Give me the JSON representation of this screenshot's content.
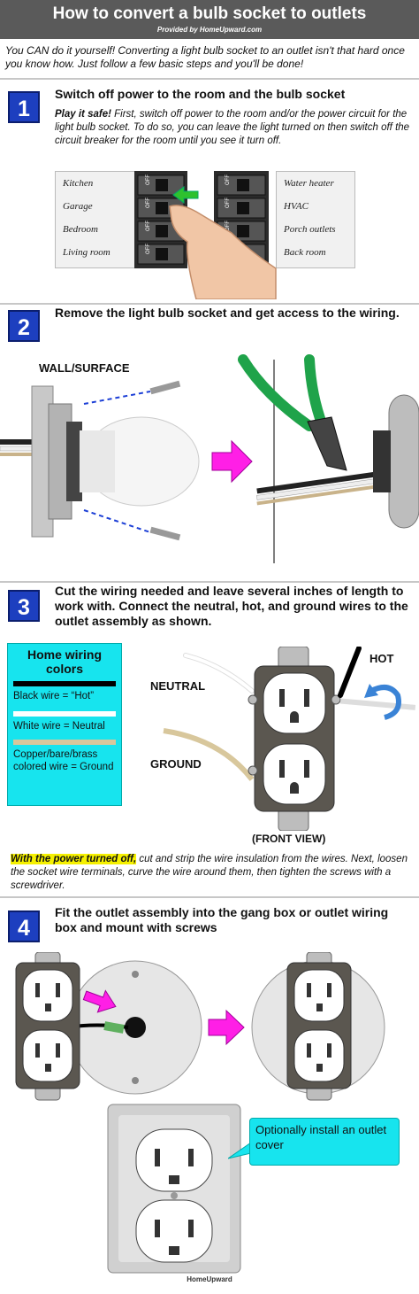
{
  "header": {
    "title": "How to convert a bulb socket to outlets",
    "subtitle": "Provided by HomeUpward.com"
  },
  "intro": "You CAN do it yourself! Converting a light bulb socket to an outlet isn't that hard once you know how. Just follow a few basic steps and you'll be done!",
  "steps": [
    {
      "number": "1",
      "title": "Switch off power to the room and the bulb socket",
      "lead": "Play it safe!",
      "text": " First, switch off power to the room and/or the power circuit for the light bulb socket. To do so, you can leave the light turned on then switch off the circuit breaker for the room until you see it turn off.",
      "breaker_left": [
        "Kitchen",
        "Garage",
        "Bedroom",
        "Living room"
      ],
      "breaker_right": [
        "Water heater",
        "HVAC",
        "Porch outlets",
        "Back room"
      ],
      "breaker_off": "OFF"
    },
    {
      "number": "2",
      "title": "Remove the light bulb socket and get access to the wiring.",
      "label": "WALL/SURFACE"
    },
    {
      "number": "3",
      "title": "Cut the wiring needed and leave several inches of length to work with. Connect the neutral, hot, and ground wires to the outlet assembly as shown.",
      "colors_title": "Home wiring colors",
      "black_wire": "Black wire = “Hot”",
      "white_wire": "White wire = Neutral",
      "copper_wire": "Copper/bare/brass colored wire = Ground",
      "neutral_label": "NEUTRAL",
      "ground_label": "GROUND",
      "hot_label": "HOT",
      "front_view": "(FRONT VIEW)",
      "note_lead": "With the power turned off,",
      "note_text": " cut and strip the wire insulation from the wires. Next, loosen the socket wire terminals, curve the wire around them, then tighten the screws with a screwdriver."
    },
    {
      "number": "4",
      "title": "Fit the outlet assembly into the gang box or outlet wiring box and mount with screws",
      "callout": "Optionally install an outlet cover"
    }
  ],
  "footer": "HomeUpward",
  "colors": {
    "header": "#5a5a5a",
    "step_badge": "#1d3fbf",
    "callout": "#17e4ee",
    "arrow": "#ff1fe6",
    "plier": "#1fa34a",
    "highlight": "#f5f000"
  }
}
